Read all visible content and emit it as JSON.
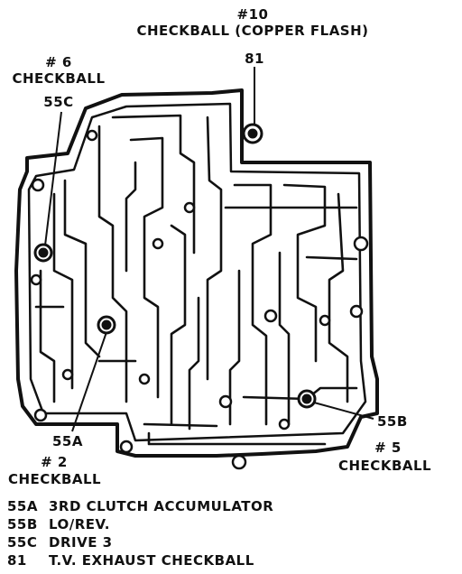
{
  "callouts": {
    "cb10": {
      "line1": "#10",
      "line2": "CHECKBALL (COPPER FLASH)",
      "code": "81"
    },
    "cb6": {
      "line1": "# 6",
      "line2": "CHECKBALL",
      "code": "55C"
    },
    "cb2": {
      "code": "55A",
      "line1": "# 2",
      "line2": "CHECKBALL"
    },
    "cb5": {
      "code": "55B",
      "line1": "# 5",
      "line2": "CHECKBALL"
    }
  },
  "legend": [
    {
      "code": "55A",
      "text": "3RD CLUTCH ACCUMULATOR"
    },
    {
      "code": "55B",
      "text": "LO/REV."
    },
    {
      "code": "55C",
      "text": "DRIVE 3"
    },
    {
      "code": "81",
      "text": "T.V. EXHAUST CHECKBALL"
    }
  ],
  "colors": {
    "ink": "#111111",
    "paper": "#ffffff"
  }
}
